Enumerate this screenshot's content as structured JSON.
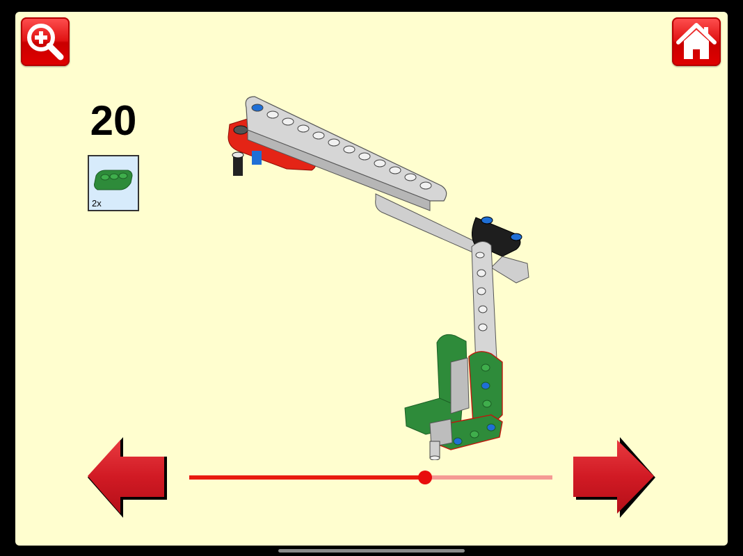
{
  "toolbar": {
    "zoom_icon": "zoom-in-icon",
    "home_icon": "home-icon"
  },
  "step": {
    "number": "20",
    "parts": [
      {
        "icon": "green-beam-3-icon",
        "quantity": "2x"
      }
    ]
  },
  "navigation": {
    "prev_icon": "arrow-left-icon",
    "next_icon": "arrow-right-icon",
    "progress": 0.65
  },
  "colors": {
    "background": "#FFFECF",
    "accent_red": "#E80D0D",
    "parts_box": "#D7EBFB",
    "beam_green": "#2E8B3A",
    "beam_grey": "#C8C8C8"
  }
}
